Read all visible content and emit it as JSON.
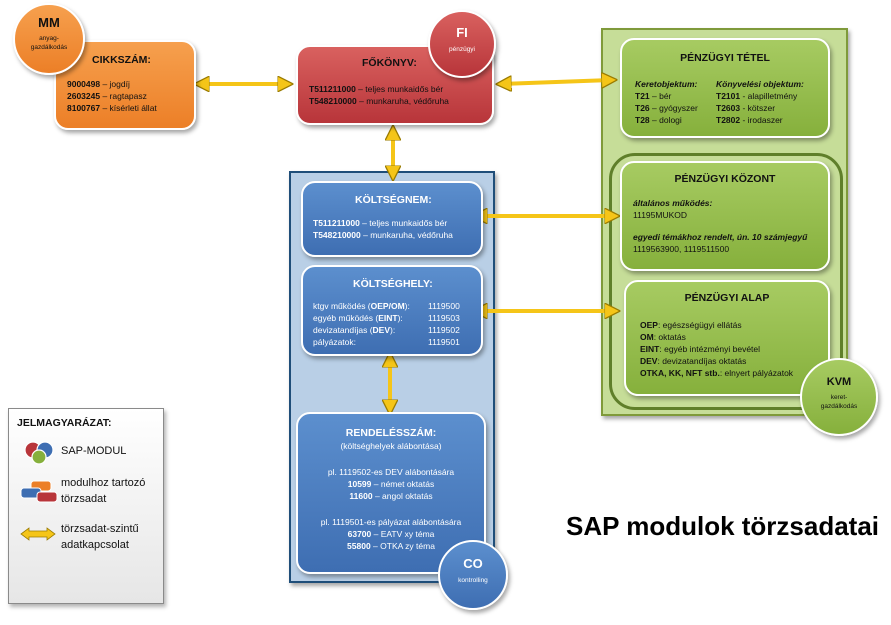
{
  "mm": {
    "circle_title": "MM",
    "circle_sub": "anyag-gazdálkodás",
    "title": "CIKKSZÁM:",
    "rows": [
      {
        "code": "9000498",
        "text": " – jogdíj"
      },
      {
        "code": "2603245",
        "text": " – ragtapasz"
      },
      {
        "code": "8100767",
        "text": " – kísérleti állat"
      }
    ]
  },
  "fi": {
    "circle_title": "FI",
    "circle_sub": "pénzügyi",
    "title": "FŐKÖNYV:",
    "rows": [
      {
        "code": "T511211000",
        "text": " – teljes munkaidős bér"
      },
      {
        "code": "T548210000",
        "text": " – munkaruha, védőruha"
      }
    ]
  },
  "co": {
    "circle_title": "CO",
    "circle_sub": "kontrolling",
    "koltsegnem": {
      "title": "KÖLTSÉGNEM:",
      "rows": [
        {
          "code": "T511211000",
          "text": " – teljes munkaidős bér"
        },
        {
          "code": "T548210000",
          "text": " – munkaruha, védőruha"
        }
      ]
    },
    "koltseghely": {
      "title": "KÖLTSÉGHELY:",
      "rows": [
        {
          "pre": "ktgv működés (",
          "code": "OEP/OM",
          "post": "):",
          "value": "1119500"
        },
        {
          "pre": "egyéb működés (",
          "code": "EINT",
          "post": "):",
          "value": "1119503"
        },
        {
          "pre": "devizatandíjas (",
          "code": "DEV",
          "post": "):",
          "value": "1119502"
        },
        {
          "pre": "pályázatok:",
          "code": "",
          "post": "",
          "value": "1119501"
        }
      ]
    },
    "rendelesszam": {
      "title": "RENDELÉSSZÁM:",
      "subtitle": "(költséghelyek alábontása)",
      "group1_head": "pl. 1119502-es DEV alábontására",
      "group1": [
        {
          "code": "10599",
          "text": " – német oktatás"
        },
        {
          "code": "11600",
          "text": " – angol oktatás"
        }
      ],
      "group2_head": "pl. 1119501-es pályázat alábontására",
      "group2": [
        {
          "code": "63700",
          "text": " – EATV xy téma"
        },
        {
          "code": "55800",
          "text": " – OTKA zy téma"
        }
      ]
    }
  },
  "kvm": {
    "circle_title": "KVM",
    "circle_sub": "keret-gazdálkodás",
    "penzugyi_tetel": {
      "title": "PÉNZÜGYI TÉTEL",
      "col1_head": "Keretobjektum:",
      "col1": [
        {
          "code": "T21",
          "text": " – bér"
        },
        {
          "code": "T26",
          "text": " – gyógyszer"
        },
        {
          "code": "T28",
          "text": " – dologi"
        }
      ],
      "col2_head": "Könyvelési objektum:",
      "col2": [
        {
          "code": "T2101",
          "text": " - alapilletmény"
        },
        {
          "code": "T2603",
          "text": " - kötszer"
        },
        {
          "code": "T2802",
          "text": " - irodaszer"
        }
      ]
    },
    "penzugyi_kozont": {
      "title": "PÉNZÜGYI KÖZONT",
      "line1_head": "általános működés:",
      "line1": "11195MUKOD",
      "line2_head": "egyedi témákhoz rendelt, ún. 10 számjegyű",
      "line2": "1119563900, 1119511500"
    },
    "penzugyi_alap": {
      "title": "PÉNZÜGYI ALAP",
      "rows": [
        {
          "code": "OEP",
          "text": ": egészségügyi ellátás"
        },
        {
          "code": "OM",
          "text": ": oktatás"
        },
        {
          "code": "EINT",
          "text": ": egyéb intézményi bevétel"
        },
        {
          "code": "DEV",
          "text": ": devizatandíjas oktatás"
        },
        {
          "code": "OTKA, KK, NFT stb.",
          "text": ": elnyert pályázatok"
        }
      ]
    }
  },
  "legend": {
    "title": "JELMAGYARÁZAT:",
    "item1": "SAP-MODUL",
    "item2_line1": "modulhoz tartozó",
    "item2_line2": "törzsadat",
    "item3_line1": "törzsadat-szintű",
    "item3_line2": "adatkapcsolat"
  },
  "main_title": "SAP modulok törzsadatai",
  "colors": {
    "orange": "#ec7f27",
    "red": "#b8353a",
    "blue": "#3e6eb2",
    "green": "#86b03c",
    "arrow": "#f5c518"
  }
}
